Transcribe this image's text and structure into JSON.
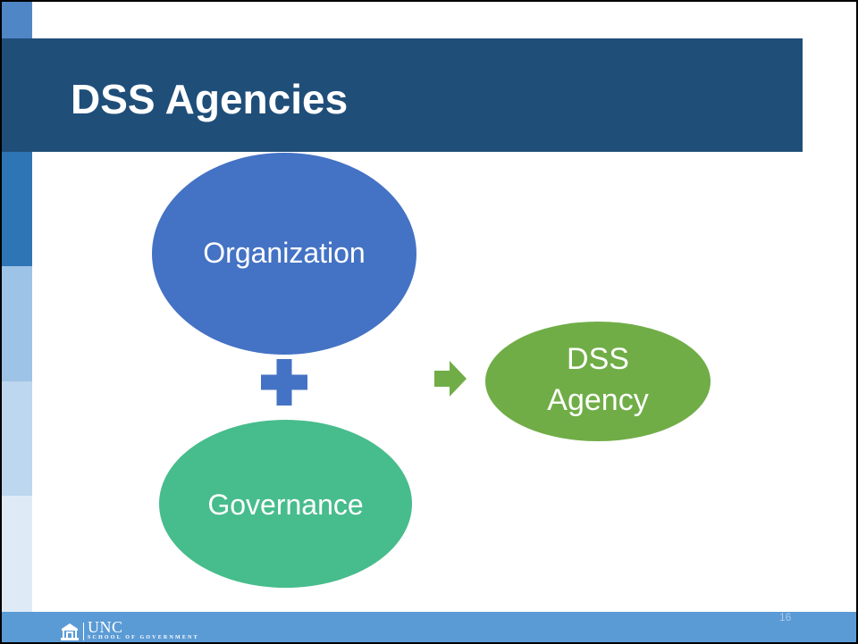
{
  "slide": {
    "title": "DSS Agencies",
    "number": "16"
  },
  "theme": {
    "top_block": "#4f86c6",
    "title_bar": "#1f4e79",
    "strip": [
      "#2e75b6",
      "#9dc3e6",
      "#bdd7ee",
      "#deebf7"
    ],
    "footer": "#5b9bd5",
    "slide_number": "#a9c9ec"
  },
  "diagram": {
    "organization": {
      "label": "Organization",
      "color": "#4472c4"
    },
    "plus": {
      "icon": "plus-icon",
      "color": "#4472c4"
    },
    "governance": {
      "label": "Governance",
      "color": "#47bc8c"
    },
    "arrow": {
      "icon": "right-arrow-icon",
      "color": "#70ad47"
    },
    "dss_agency": {
      "lines": [
        "DSS",
        "Agency"
      ],
      "color": "#70ad47"
    }
  },
  "footer": {
    "logo": {
      "icon": "old-well-icon",
      "text": "UNC",
      "subtext": "SCHOOL OF GOVERNMENT"
    }
  }
}
